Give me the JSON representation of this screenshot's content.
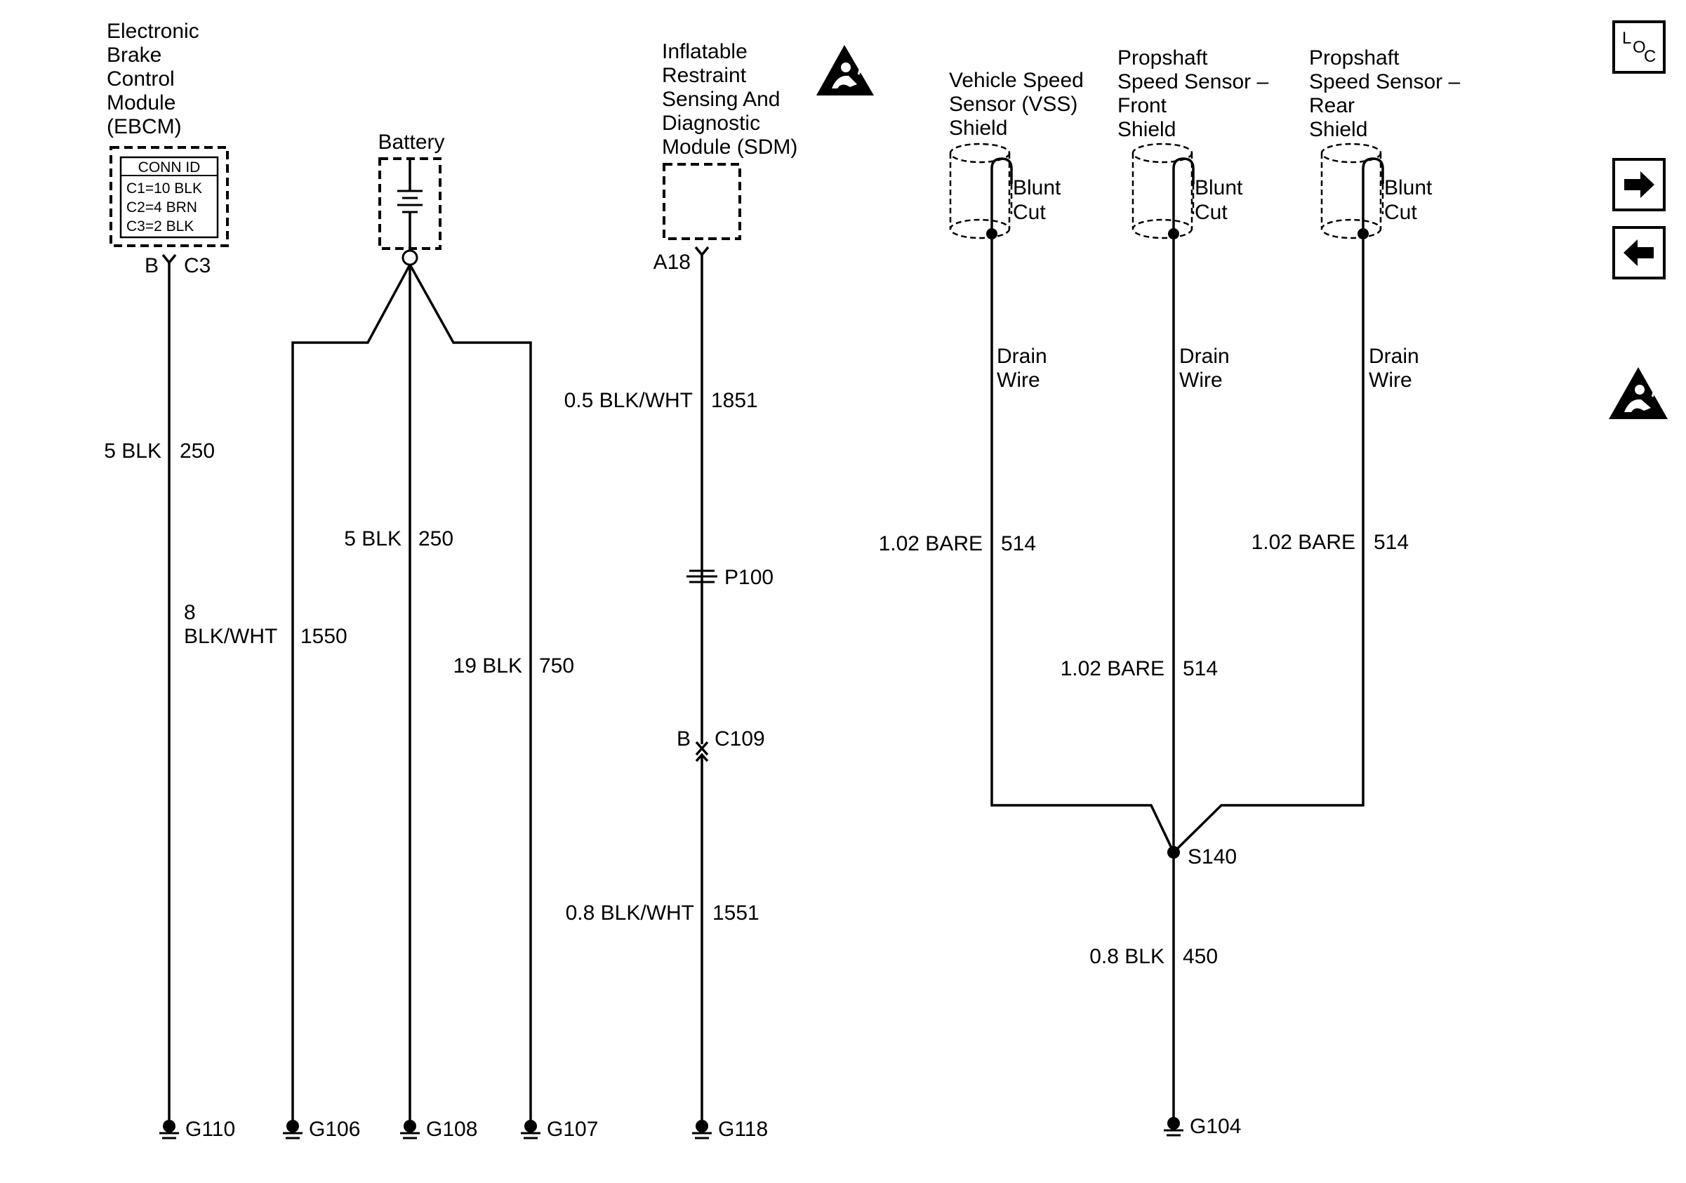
{
  "components": {
    "ebcm": {
      "name": [
        "Electronic",
        "Brake",
        "Control",
        "Module",
        "(EBCM)"
      ],
      "conn_table": [
        "CONN ID",
        "C1=10 BLK",
        "C2=4 BRN",
        "C3=2 BLK"
      ],
      "pin_left": "B",
      "pin_right": "C3"
    },
    "battery": {
      "name": "Battery"
    },
    "sdm": {
      "name": [
        "Inflatable",
        "Restraint",
        "Sensing And",
        "Diagnostic",
        "Module (SDM)"
      ],
      "pin": "A18"
    },
    "vss": {
      "name": [
        "Vehicle Speed",
        "Sensor (VSS)",
        "Shield"
      ]
    },
    "pss_front": {
      "name": [
        "Propshaft",
        "Speed Sensor –",
        "Front",
        "Shield"
      ]
    },
    "pss_rear": {
      "name": [
        "Propshaft",
        "Speed Sensor –",
        "Rear",
        "Shield"
      ]
    }
  },
  "blunt_cut": [
    "Blunt",
    "Cut"
  ],
  "drain_wire": [
    "Drain",
    "Wire"
  ],
  "wires": [
    {
      "size_color": "5 BLK",
      "circuit": "250"
    },
    {
      "size_color": [
        "8",
        "BLK/WHT"
      ],
      "circuit": "1550"
    },
    {
      "size_color": "5 BLK",
      "circuit": "250"
    },
    {
      "size_color": "19 BLK",
      "circuit": "750"
    },
    {
      "size_color": "0.5 BLK/WHT",
      "circuit": "1851"
    },
    {
      "size_color": "0.8 BLK/WHT",
      "circuit": "1551"
    },
    {
      "size_color": "1.02 BARE",
      "circuit": "514"
    },
    {
      "size_color": "1.02 BARE",
      "circuit": "514"
    },
    {
      "size_color": "1.02 BARE",
      "circuit": "514"
    },
    {
      "size_color": "0.8 BLK",
      "circuit": "450"
    }
  ],
  "connectors": {
    "p100": "P100",
    "c109_pin": "B",
    "c109": "C109"
  },
  "splices": {
    "s140": "S140"
  },
  "grounds": [
    "G110",
    "G106",
    "G108",
    "G107",
    "G118",
    "G104"
  ],
  "nav": {
    "loc": [
      "L",
      "O",
      "C"
    ],
    "forward_icon": "arrow-right",
    "back_icon": "arrow-left",
    "airbag_icon": "airbag-warning"
  }
}
